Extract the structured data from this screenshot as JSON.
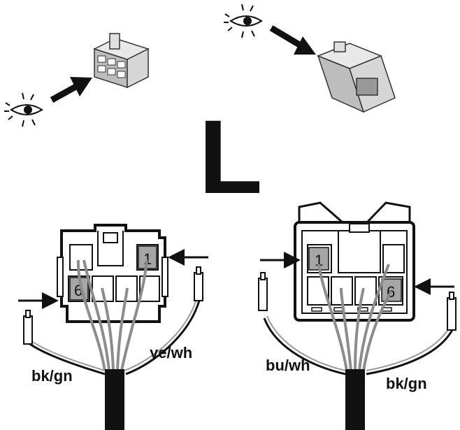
{
  "side_letter": "L",
  "colors": {
    "ink": "#111111",
    "pin_fill": "#a6a6a6",
    "wire_gray": "#8c8c8c",
    "connector_fill": "#cfcfcf"
  },
  "icons": [
    "eye-icon",
    "arrow-icon",
    "connector-female-icon",
    "connector-male-icon"
  ],
  "left_connector": {
    "pin_top": "1",
    "pin_bottom": "6",
    "wire_left": "bk/gn",
    "wire_right": "ye/wh"
  },
  "right_connector": {
    "pin_top": "1",
    "pin_bottom": "6",
    "wire_left": "bu/wh",
    "wire_right": "bk/gn"
  }
}
